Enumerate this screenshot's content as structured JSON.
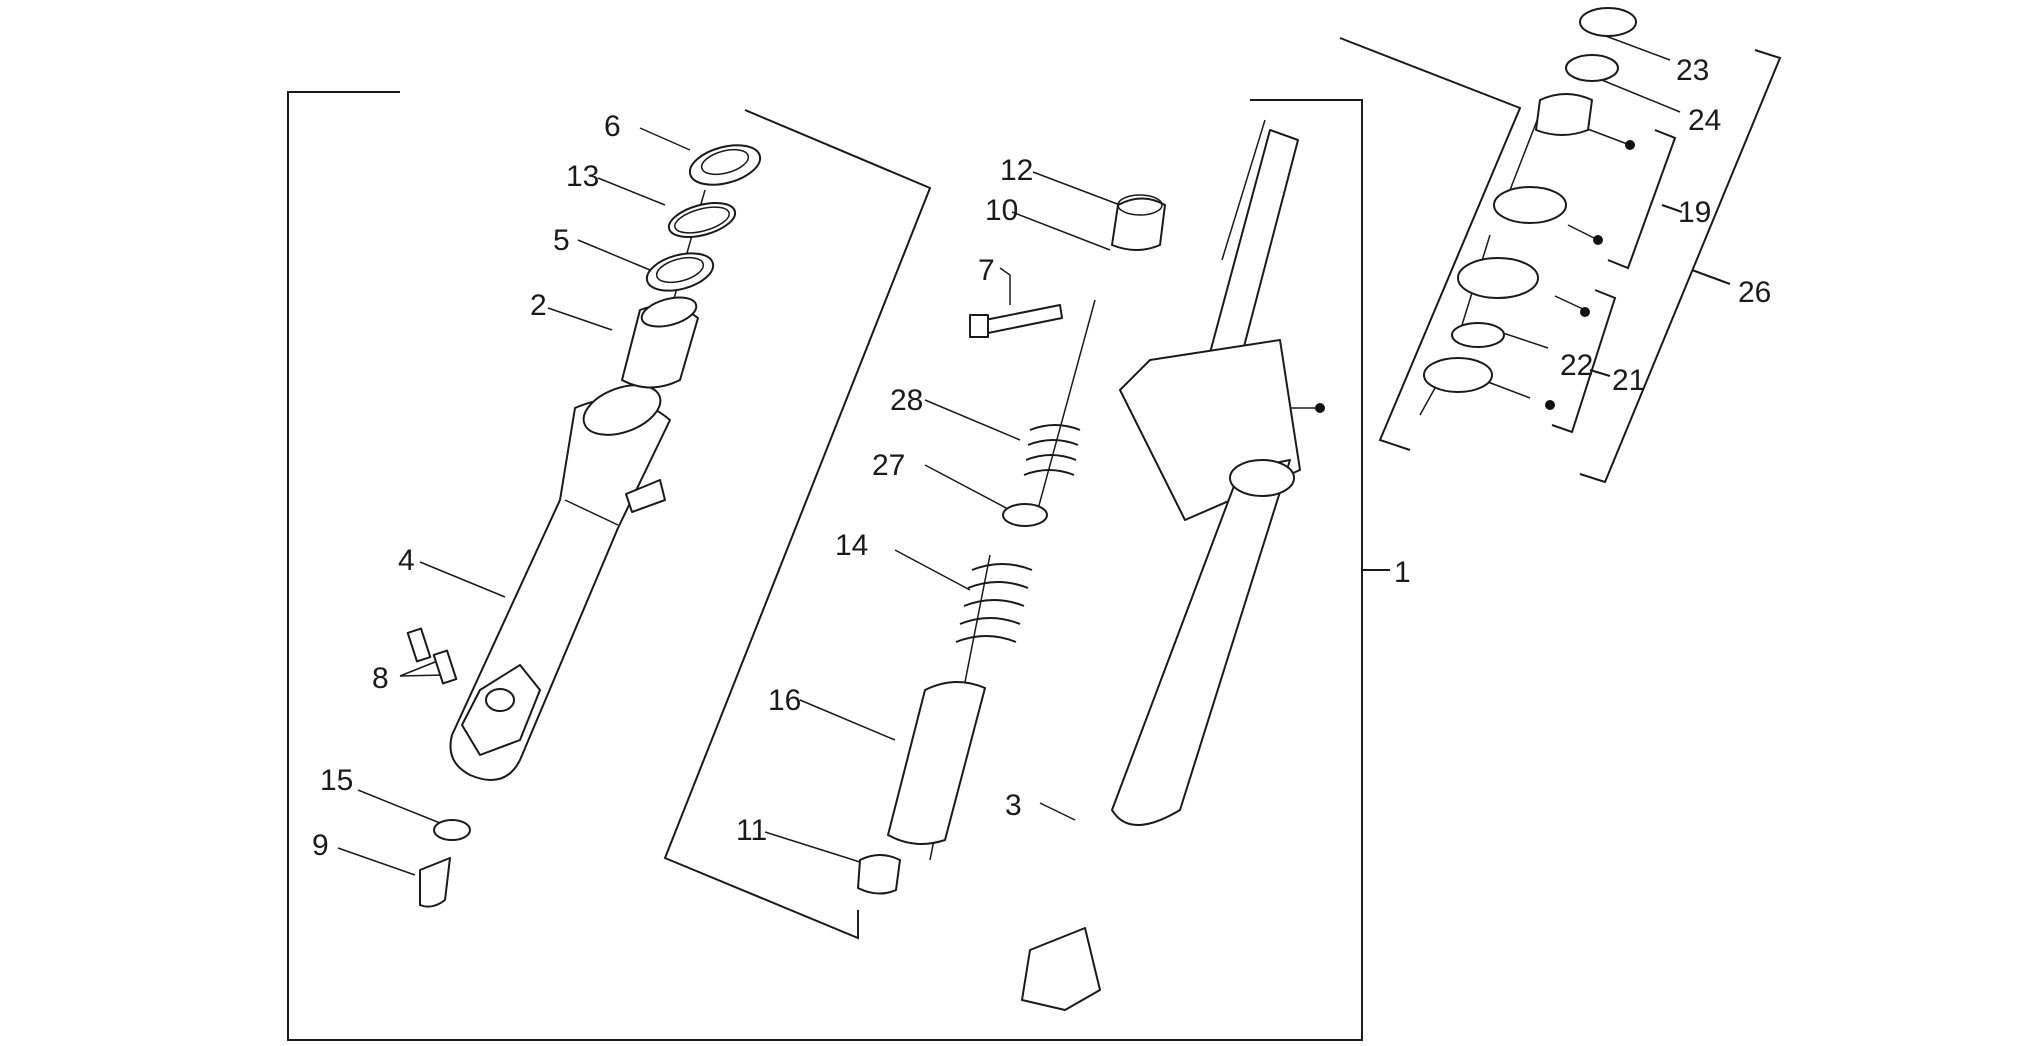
{
  "diagram": {
    "callouts": {
      "c1": "1",
      "c2": "2",
      "c3": "3",
      "c4": "4",
      "c5": "5",
      "c6": "6",
      "c7": "7",
      "c8": "8",
      "c9": "9",
      "c10": "10",
      "c11": "11",
      "c12": "12",
      "c13": "13",
      "c14": "14",
      "c15": "15",
      "c16": "16",
      "c19": "19",
      "c21": "21",
      "c22": "22",
      "c23": "23",
      "c24": "24",
      "c26": "26",
      "c27": "27",
      "c28": "28"
    }
  }
}
